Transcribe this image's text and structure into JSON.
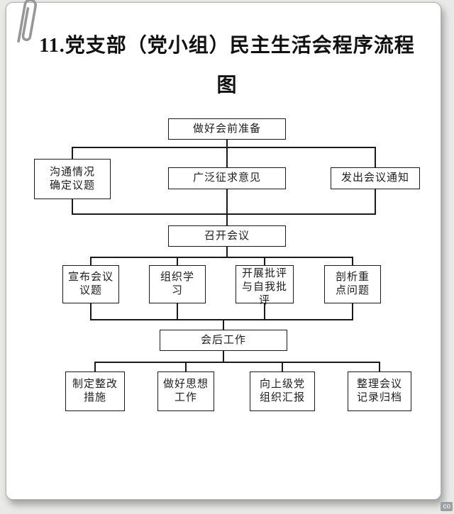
{
  "page": {
    "title_line1": "11.党支部（党小组）民主生活会程序流程",
    "title_line2": "图",
    "watermark": "co",
    "line_color": "#1a1a1a",
    "paper_color": "#ffffff"
  },
  "icons": {
    "paperclip": "paperclip-shape"
  },
  "flowchart": {
    "nodes": {
      "prepare": "做好会前准备",
      "discuss_topics": "沟通情况\n确定议题",
      "solicit_opinions": "广泛征求意见",
      "send_notice": "发出会议通知",
      "hold_meeting": "召开会议",
      "announce_agenda": "宣布会议\n议题",
      "organize_study": "组织学\n习",
      "carry_out_criticism": "开展批评\n与自我批\n评",
      "analyze_issues": "剖析重\n点问题",
      "post_meeting": "会后工作",
      "rectification": "制定整改\n措施",
      "ideological_work": "做好思想\n工作",
      "report_superior": "向上级党\n组织汇报",
      "archive_minutes": "整理会议\n记录归档"
    }
  }
}
